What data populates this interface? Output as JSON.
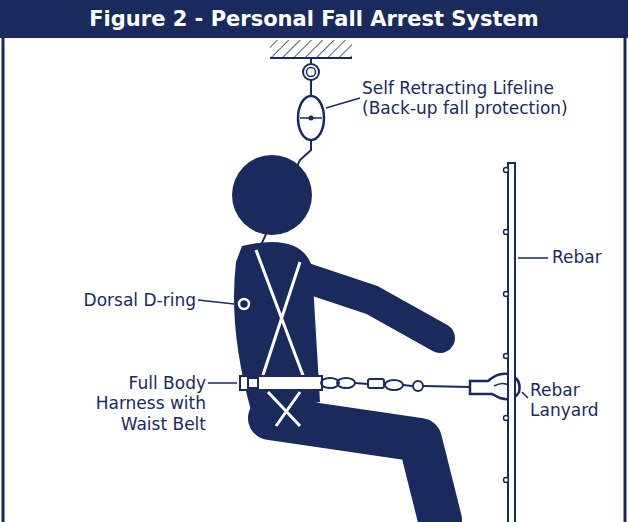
{
  "diagram": {
    "title": "Figure 2 - Personal Fall Arrest System",
    "labels": [
      "Self Retracting Lifeline (Back-up fall protection)",
      "Rebar",
      "Dorsal D-ring",
      "Full Body Harness with Waist Belt",
      "Rebar Lanyard"
    ]
  }
}
